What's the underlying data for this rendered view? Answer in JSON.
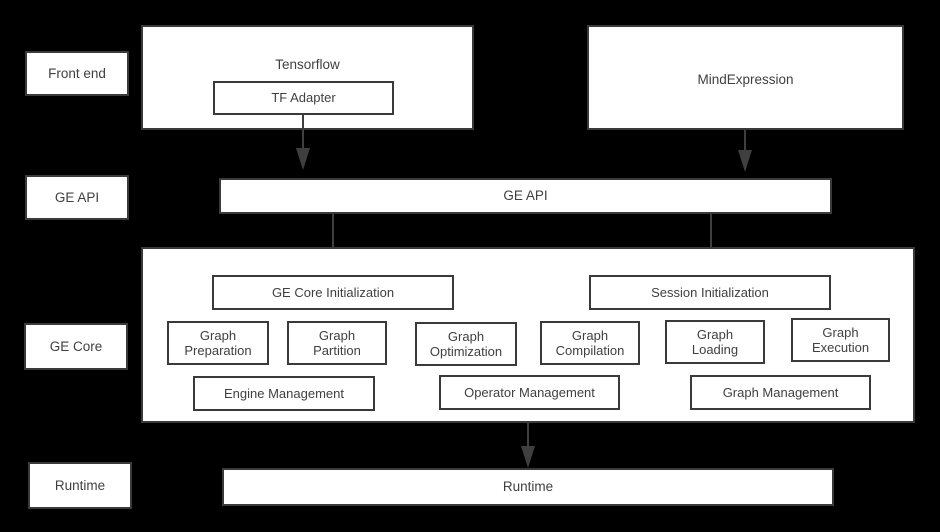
{
  "diagram": {
    "background_color": "#000000",
    "box_fill": "#ffffff",
    "box_border": "#3a3a3a",
    "text_color": "#404040",
    "connector_color": "#3f3f3f"
  },
  "layer_labels": [
    {
      "id": "front-end",
      "label": "Front end"
    },
    {
      "id": "ge-api",
      "label": "GE API"
    },
    {
      "id": "ge-core",
      "label": "GE Core"
    },
    {
      "id": "runtime",
      "label": "Runtime"
    }
  ],
  "front_end": {
    "tensorflow": {
      "title": "Tensorflow",
      "child": "TF Adapter"
    },
    "mindexpression": {
      "title": "MindExpression"
    }
  },
  "ge_api_bar": {
    "label": "GE API"
  },
  "ge_core": {
    "init_boxes": [
      {
        "id": "ge-core-initialization",
        "label": "GE Core Initialization"
      },
      {
        "id": "session-initialization",
        "label": "Session Initialization"
      }
    ],
    "modules": [
      {
        "id": "graph-preparation",
        "label": "Graph\nPreparation"
      },
      {
        "id": "graph-partition",
        "label": "Graph\nPartition"
      },
      {
        "id": "graph-optimization",
        "label": "Graph\nOptimization"
      },
      {
        "id": "graph-compilation",
        "label": "Graph\nCompilation"
      },
      {
        "id": "graph-loading",
        "label": "Graph\nLoading"
      },
      {
        "id": "graph-execution",
        "label": "Graph\nExecution"
      }
    ],
    "managers": [
      {
        "id": "engine-management",
        "label": "Engine Management"
      },
      {
        "id": "operator-management",
        "label": "Operator Management"
      },
      {
        "id": "graph-management",
        "label": "Graph Management"
      }
    ]
  },
  "runtime_bar": {
    "label": "Runtime"
  },
  "connectors": [
    {
      "id": "tf-adapter-to-ge-api",
      "from": "TF Adapter",
      "to": "GE API"
    },
    {
      "id": "mindexpression-to-ge-api",
      "from": "MindExpression",
      "to": "GE API"
    },
    {
      "id": "ge-api-to-ge-core-initialization",
      "from": "GE API",
      "to": "GE Core Initialization"
    },
    {
      "id": "ge-api-to-session-initialization",
      "from": "GE API",
      "to": "Session Initialization"
    },
    {
      "id": "ge-core-to-runtime",
      "from": "GE Core",
      "to": "Runtime"
    }
  ]
}
